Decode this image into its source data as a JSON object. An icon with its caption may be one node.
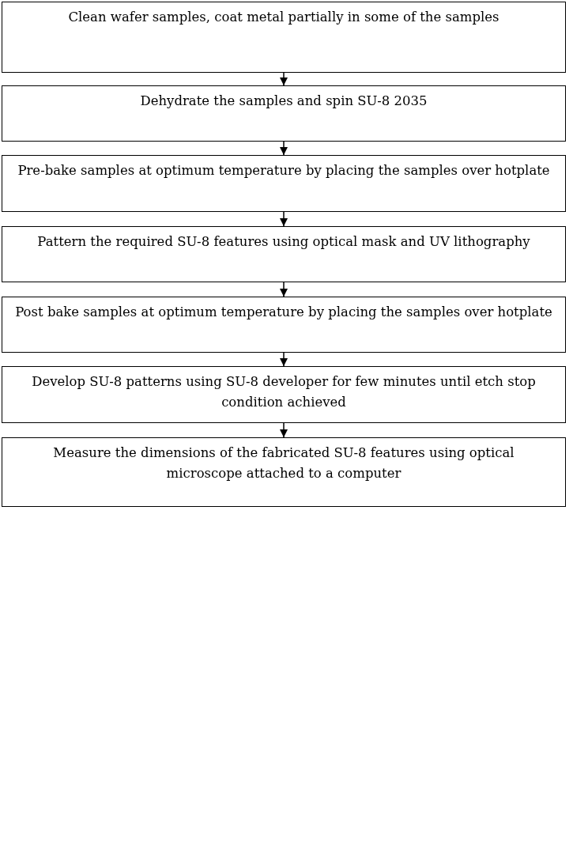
{
  "diagram": {
    "nodes": [
      {
        "text": [
          "Clean wafer samples, coat metal partially in some of the samples"
        ]
      },
      {
        "text": [
          "Dehydrate the samples and  spin SU-8 2035"
        ]
      },
      {
        "text": [
          "Pre-bake samples at optimum temperature by placing the samples over hotplate"
        ]
      },
      {
        "text": [
          "Pattern the required SU-8 features using optical mask and UV lithography"
        ]
      },
      {
        "text": [
          "Post bake samples at optimum temperature by placing the samples over hotplate"
        ]
      },
      {
        "text": [
          "Develop SU-8 patterns using SU-8 developer for few minutes until etch stop condition achieved"
        ]
      },
      {
        "text": [
          "Measure the dimensions of the fabricated SU-8 features using optical microscope attached to a computer"
        ]
      }
    ],
    "edges": [
      {
        "from": 0,
        "to": 1,
        "arrow": "to"
      },
      {
        "from": 1,
        "to": 2,
        "arrow": "to"
      },
      {
        "from": 2,
        "to": 3,
        "arrow": "to"
      },
      {
        "from": 3,
        "to": 4,
        "arrow": "to"
      },
      {
        "from": 4,
        "to": 5,
        "arrow": "to"
      },
      {
        "from": 5,
        "to": 6,
        "arrow": "to"
      }
    ]
  }
}
